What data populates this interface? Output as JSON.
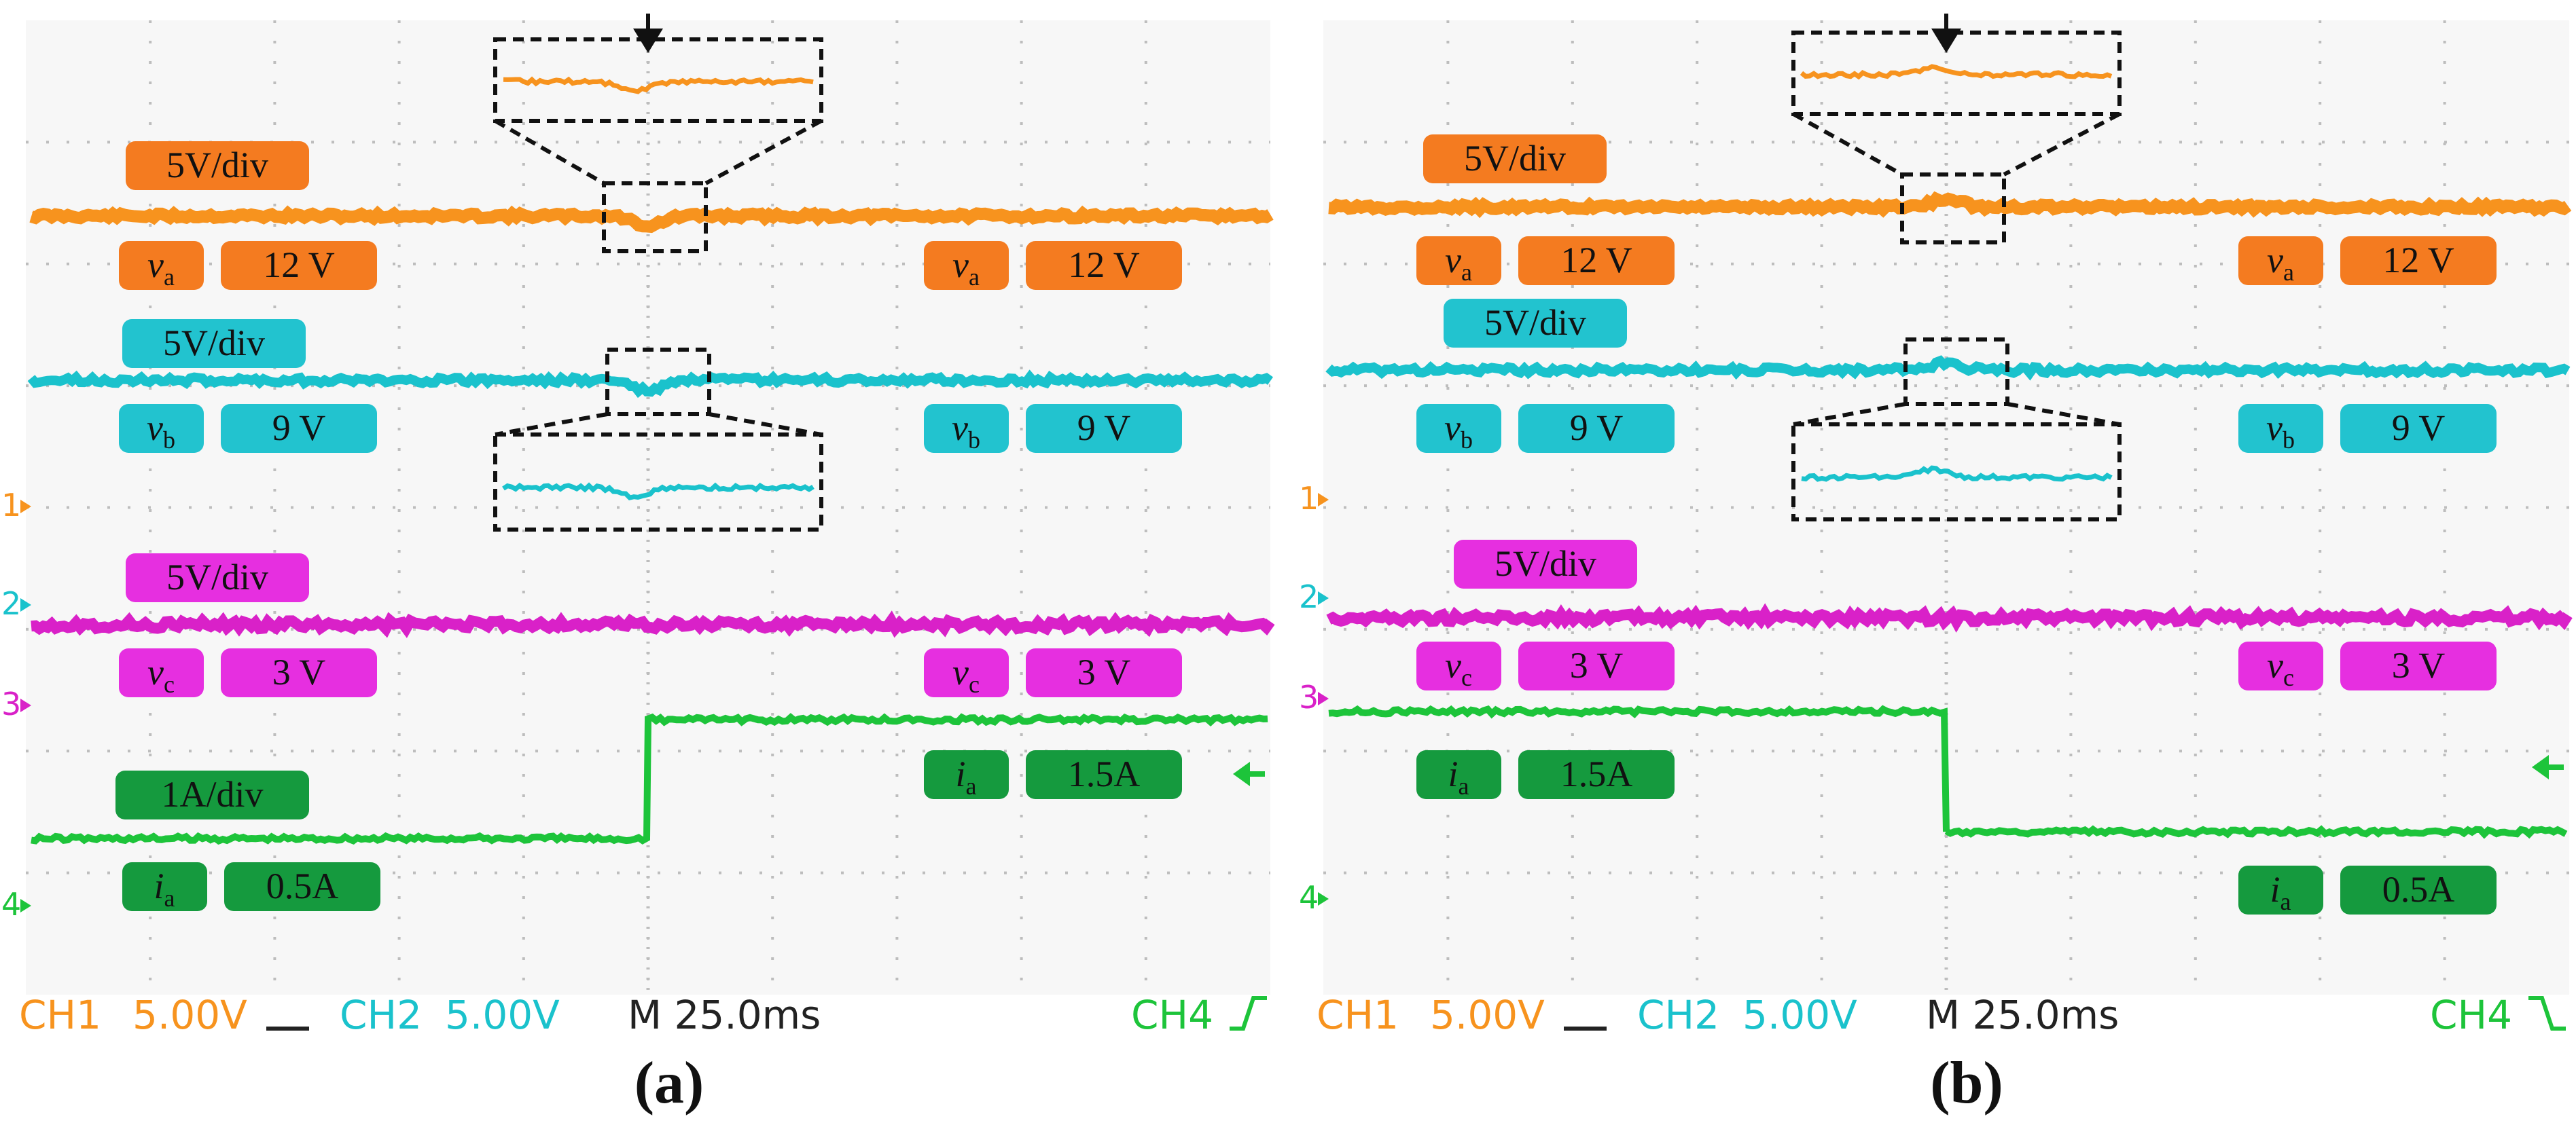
{
  "colors": {
    "ch1": "#F7931E",
    "ch1_label": "#F47B20",
    "ch2": "#1AC2CC",
    "ch2_label": "#22C3CF",
    "ch3": "#D921C8",
    "ch3_label": "#E62FE0",
    "ch4": "#1DC43A",
    "ch4_label": "#159A3E",
    "screen": "#F7F7F7",
    "grid": "#BDBDBD"
  },
  "chart_data": [
    {
      "type": "line",
      "caption": "(a)",
      "x_divisions": 10,
      "y_divisions": 8,
      "readout": {
        "ch1": "CH1",
        "ch1_scale": "5.00V",
        "ch2": "CH2",
        "ch2_scale": "5.00V",
        "timebase": "M 25.0ms",
        "ch4": "CH4"
      },
      "channel_markers": [
        "1",
        "2",
        "3",
        "4"
      ],
      "trigger_slope": "rising",
      "scale_labels": {
        "va": "5V/div",
        "vb": "5V/div",
        "vc": "5V/div",
        "ia": "1A/div"
      },
      "series": [
        {
          "key": "va",
          "symbol": "v",
          "sub": "a",
          "before": "12 V",
          "after": "12 V"
        },
        {
          "key": "vb",
          "symbol": "v",
          "sub": "b",
          "before": "9 V",
          "after": "9 V"
        },
        {
          "key": "vc",
          "symbol": "v",
          "sub": "c",
          "before": "3 V",
          "after": "3 V"
        },
        {
          "key": "ia",
          "symbol": "i",
          "sub": "a",
          "before": "0.5A",
          "after": "1.5A"
        }
      ]
    },
    {
      "type": "line",
      "caption": "(b)",
      "x_divisions": 10,
      "y_divisions": 8,
      "readout": {
        "ch1": "CH1",
        "ch1_scale": "5.00V",
        "ch2": "CH2",
        "ch2_scale": "5.00V",
        "timebase": "M 25.0ms",
        "ch4": "CH4"
      },
      "channel_markers": [
        "1",
        "2",
        "3",
        "4"
      ],
      "trigger_slope": "falling",
      "scale_labels": {
        "va": "5V/div",
        "vb": "5V/div",
        "vc": "5V/div"
      },
      "series": [
        {
          "key": "va",
          "symbol": "v",
          "sub": "a",
          "before": "12 V",
          "after": "12 V"
        },
        {
          "key": "vb",
          "symbol": "v",
          "sub": "b",
          "before": "9 V",
          "after": "9 V"
        },
        {
          "key": "vc",
          "symbol": "v",
          "sub": "c",
          "before": "3 V",
          "after": "3 V"
        },
        {
          "key": "ia",
          "symbol": "i",
          "sub": "a",
          "before": "1.5A",
          "after": "0.5A"
        }
      ]
    }
  ]
}
